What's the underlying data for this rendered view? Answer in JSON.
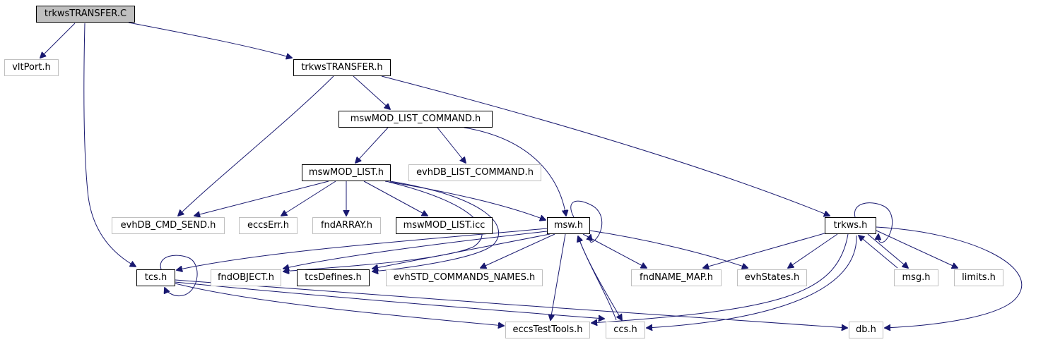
{
  "nodes": {
    "trkwsTRANSFER_C": "trkwsTRANSFER.C",
    "vltPort_h": "vltPort.h",
    "trkwsTRANSFER_h": "trkwsTRANSFER.h",
    "mswMOD_LIST_COMMAND_h": "mswMOD_LIST_COMMAND.h",
    "mswMOD_LIST_h": "mswMOD_LIST.h",
    "evhDB_LIST_COMMAND_h": "evhDB_LIST_COMMAND.h",
    "evhDB_CMD_SEND_h": "evhDB_CMD_SEND.h",
    "eccsErr_h": "eccsErr.h",
    "fndARRAY_h": "fndARRAY.h",
    "mswMOD_LIST_icc": "mswMOD_LIST.icc",
    "msw_h": "msw.h",
    "trkws_h": "trkws.h",
    "tcs_h": "tcs.h",
    "fndOBJECT_h": "fndOBJECT.h",
    "tcsDefines_h": "tcsDefines.h",
    "evhSTD_COMMANDS_NAMES_h": "evhSTD_COMMANDS_NAMES.h",
    "fndNAME_MAP_h": "fndNAME_MAP.h",
    "evhStates_h": "evhStates.h",
    "msg_h": "msg.h",
    "limits_h": "limits.h",
    "eccsTestTools_h": "eccsTestTools.h",
    "ccs_h": "ccs.h",
    "db_h": "db.h"
  },
  "colors": {
    "edge": "#191970",
    "root_fill": "#bfbfbf",
    "documented_border": "#000000",
    "external_border": "#bfbfbf"
  }
}
